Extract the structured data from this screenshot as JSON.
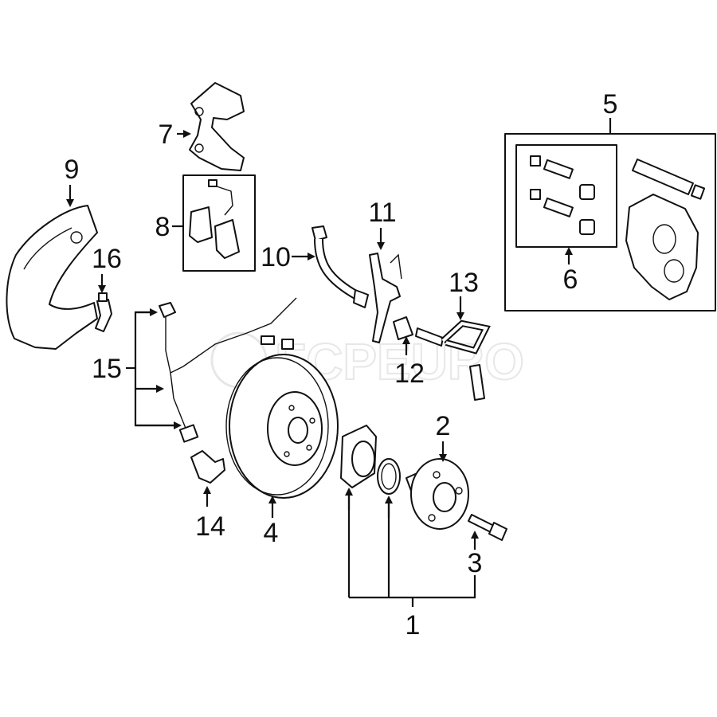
{
  "diagram": {
    "watermark": "FCPEURO",
    "callouts": {
      "c1": "1",
      "c2": "2",
      "c3": "3",
      "c4": "4",
      "c5": "5",
      "c6": "6",
      "c7": "7",
      "c8": "8",
      "c9": "9",
      "c10": "10",
      "c11": "11",
      "c12": "12",
      "c13": "13",
      "c14": "14",
      "c15": "15",
      "c16": "16"
    }
  }
}
